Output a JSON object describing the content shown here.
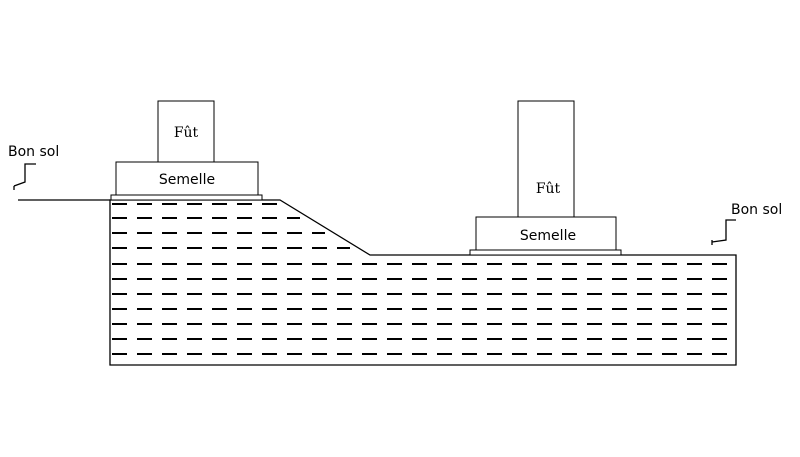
{
  "labels": {
    "left_ground": "Bon sol",
    "right_ground": "Bon sol",
    "left_footing": "Semelle",
    "left_column": "Fût",
    "right_footing": "Semelle",
    "right_column": "Fût"
  }
}
